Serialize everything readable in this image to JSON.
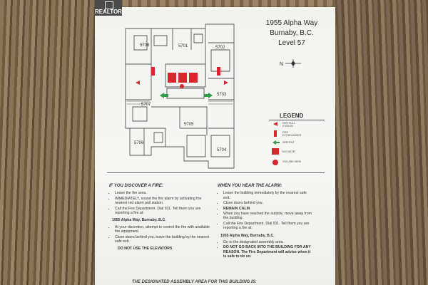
{
  "watermark": "REALTOR",
  "header": {
    "address": "1955 Alpha Way",
    "city": "Burnaby, B.C.",
    "level": "Level 57"
  },
  "floorplan": {
    "units": [
      "5708",
      "5701",
      "5702",
      "5703",
      "5707",
      "5705",
      "5706",
      "5704"
    ],
    "compass": "N"
  },
  "legend": {
    "title": "LEGEND",
    "items": [
      "FIRE PULL STATION",
      "FIRE EXTINGUISHER",
      "FIRE EXIT",
      "ELEVATOR",
      "YOU ARE HERE"
    ]
  },
  "colors": {
    "fire_red": "#d9262d",
    "exit_green": "#2e9d48",
    "ink": "#2d2d2d"
  },
  "discover": {
    "heading": "IF YOU DISCOVER A FIRE:",
    "items": [
      "Leave the fire area.",
      "IMMEDIATELY, sound the fire alarm by activating the nearest red alarm pull station.",
      "Call the Fire Department.  Dial 911.  Tell them you are reporting a fire at:"
    ],
    "address": "1955 Alpha Way, Burnaby, B.C.",
    "items2": [
      "At your discretion, attempt to control the fire with available fire equipment.",
      "Close doors behind you, leave the building by the nearest safe exit."
    ],
    "warning": "DO NOT USE THE ELEVATORS"
  },
  "alarm": {
    "heading": "WHEN YOU HEAR THE ALARM:",
    "items": [
      "Leave the building immediately by the nearest safe exit.",
      "Close doors behind you.",
      "REMAIN CALM",
      "When you have reached the outside, move away from the building.",
      "Call the Fire Department.  Dial 911.  Tell them you are reporting a fire at:"
    ],
    "address": "1955 Alpha Way, Burnaby, B.C.",
    "items2": [
      "Go to the designated assembly area.",
      "DO NOT GO BACK INTO THE BUILDING FOR ANY REASON.  The Fire Department will advise when it is safe to do so."
    ]
  },
  "assembly": "THE DESIGNATED ASSEMBLY AREA FOR THIS BUILDING IS:"
}
